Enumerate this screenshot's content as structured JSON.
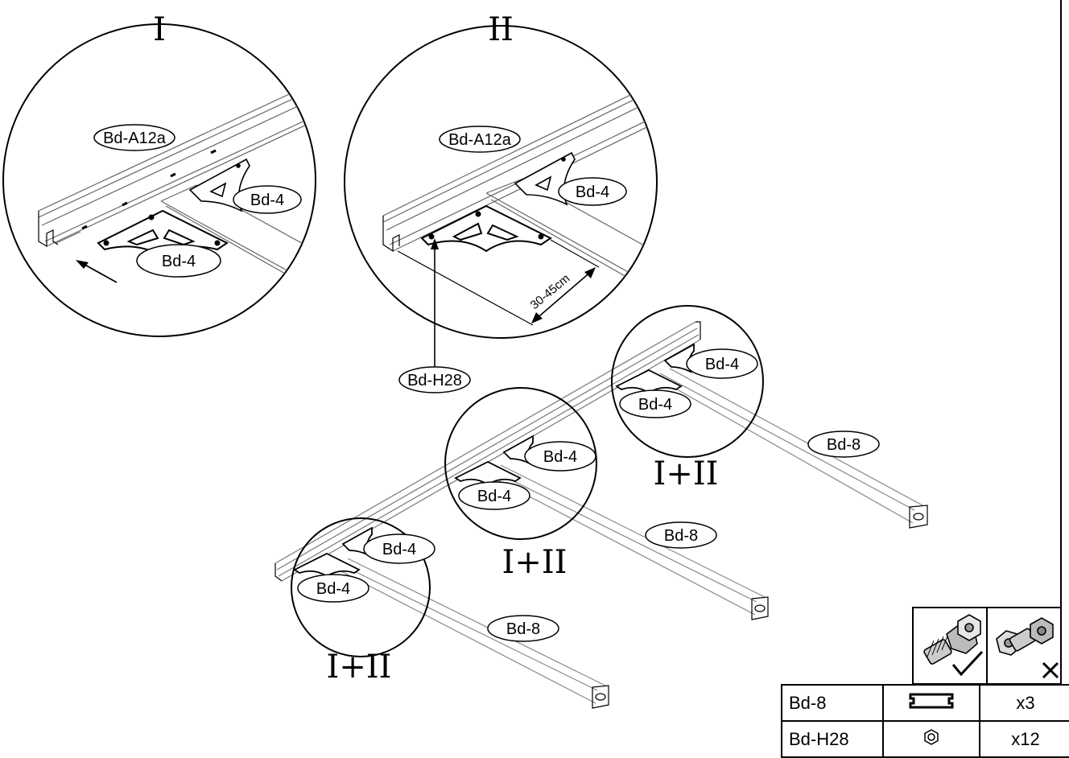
{
  "detail_I": {
    "step": "I",
    "labels": {
      "rail": "Bd-A12a",
      "bracket_back": "Bd-4",
      "bracket_front": "Bd-4"
    }
  },
  "detail_II": {
    "step": "II",
    "labels": {
      "rail": "Bd-A12a",
      "bracket": "Bd-4",
      "nut": "Bd-H28"
    },
    "dimension": "30-45cm"
  },
  "assembly": {
    "step_label": "I+II",
    "brackets": [
      {
        "upper": "Bd-4",
        "lower": "Bd-4",
        "beam": "Bd-8"
      },
      {
        "upper": "Bd-4",
        "lower": "Bd-4",
        "beam": "Bd-8"
      },
      {
        "upper": "Bd-4",
        "lower": "Bd-4",
        "beam": "Bd-8"
      }
    ]
  },
  "legend": {
    "correct": "check-mark-icon",
    "wrong": "cross-mark-icon"
  },
  "parts": [
    {
      "code": "Bd-8",
      "icon": "beam-profile-icon",
      "qty": "x3"
    },
    {
      "code": "Bd-H28",
      "icon": "hex-nut-icon",
      "qty": "x12"
    }
  ]
}
